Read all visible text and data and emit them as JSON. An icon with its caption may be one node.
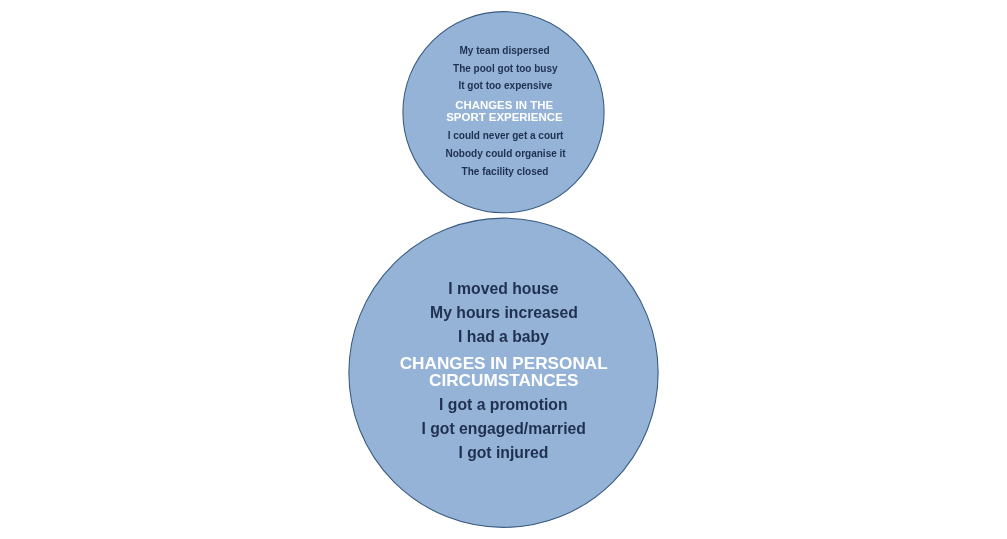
{
  "diagram": {
    "nodes": [
      {
        "text": [
          "I moved house",
          "My hours increased",
          "I had a baby",
          "CHANGES IN PERSONAL CIRCUMSTANCES",
          "I got a promotion",
          "I got engaged/married",
          "I got injured"
        ]
      },
      {
        "text": [
          "My team dispersed",
          "The pool got too busy",
          "It got too expensive",
          "CHANGES IN THE SPORT EXPERIENCE",
          "I could never get a court",
          "Nobody could organise it",
          "The facility closed"
        ]
      }
    ]
  }
}
